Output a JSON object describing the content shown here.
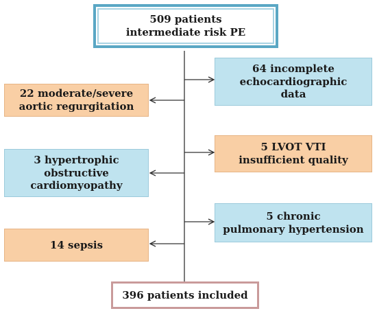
{
  "top": {
    "text": "509 patients\nintermediate risk PE"
  },
  "bottom": {
    "text": "396 patients included"
  },
  "exclusions_right": [
    {
      "text": "64 incomplete\nechocardiographic\ndata"
    },
    {
      "text": "5 LVOT VTI\ninsufficient quality"
    },
    {
      "text": "5 chronic\npulmonary hypertension"
    }
  ],
  "exclusions_left": [
    {
      "text": "22  moderate/severe\naortic regurgitation"
    },
    {
      "text": "3 hypertrophic\nobstructive\ncardiomyopathy"
    },
    {
      "text": "14 sepsis"
    }
  ],
  "colors": {
    "orange_box": "#f9cfa5",
    "blue_box": "#bfe3ef",
    "top_border": "#5aa7c4",
    "bottom_border": "#c99a9a",
    "line": "#333333"
  }
}
